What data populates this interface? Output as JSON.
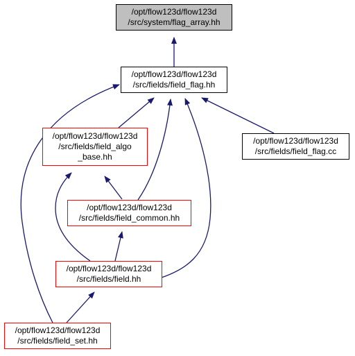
{
  "colors": {
    "edge": "#191970",
    "current_fill": "#bfbfbf",
    "red_border": "#ff0000",
    "black_border": "#000000"
  },
  "nodes": {
    "flag_array_hh": {
      "lines": [
        "/opt/flow123d/flow123d",
        "/src/system/flag_array.hh"
      ],
      "border": "black",
      "current": true
    },
    "field_flag_hh": {
      "lines": [
        "/opt/flow123d/flow123d",
        "/src/fields/field_flag.hh"
      ],
      "border": "black"
    },
    "field_algo_base_hh": {
      "lines": [
        "/opt/flow123d/flow123d",
        "/src/fields/field_algo",
        "_base.hh"
      ],
      "border": "red"
    },
    "field_flag_cc": {
      "lines": [
        "/opt/flow123d/flow123d",
        "/src/fields/field_flag.cc"
      ],
      "border": "black"
    },
    "field_common_hh": {
      "lines": [
        "/opt/flow123d/flow123d",
        "/src/fields/field_common.hh"
      ],
      "border": "red"
    },
    "field_hh": {
      "lines": [
        "/opt/flow123d/flow123d",
        "/src/fields/field.hh"
      ],
      "border": "red"
    },
    "field_set_hh": {
      "lines": [
        "/opt/flow123d/flow123d",
        "/src/fields/field_set.hh"
      ],
      "border": "red"
    }
  },
  "edges": [
    {
      "from": "field_flag_hh",
      "to": "flag_array_hh"
    },
    {
      "from": "field_algo_base_hh",
      "to": "field_flag_hh"
    },
    {
      "from": "field_common_hh",
      "to": "field_flag_hh"
    },
    {
      "from": "field_hh",
      "to": "field_flag_hh"
    },
    {
      "from": "field_flag_cc",
      "to": "field_flag_hh"
    },
    {
      "from": "field_set_hh",
      "to": "field_flag_hh"
    },
    {
      "from": "field_common_hh",
      "to": "field_algo_base_hh"
    },
    {
      "from": "field_hh",
      "to": "field_algo_base_hh"
    },
    {
      "from": "field_hh",
      "to": "field_common_hh"
    },
    {
      "from": "field_set_hh",
      "to": "field_hh"
    }
  ]
}
